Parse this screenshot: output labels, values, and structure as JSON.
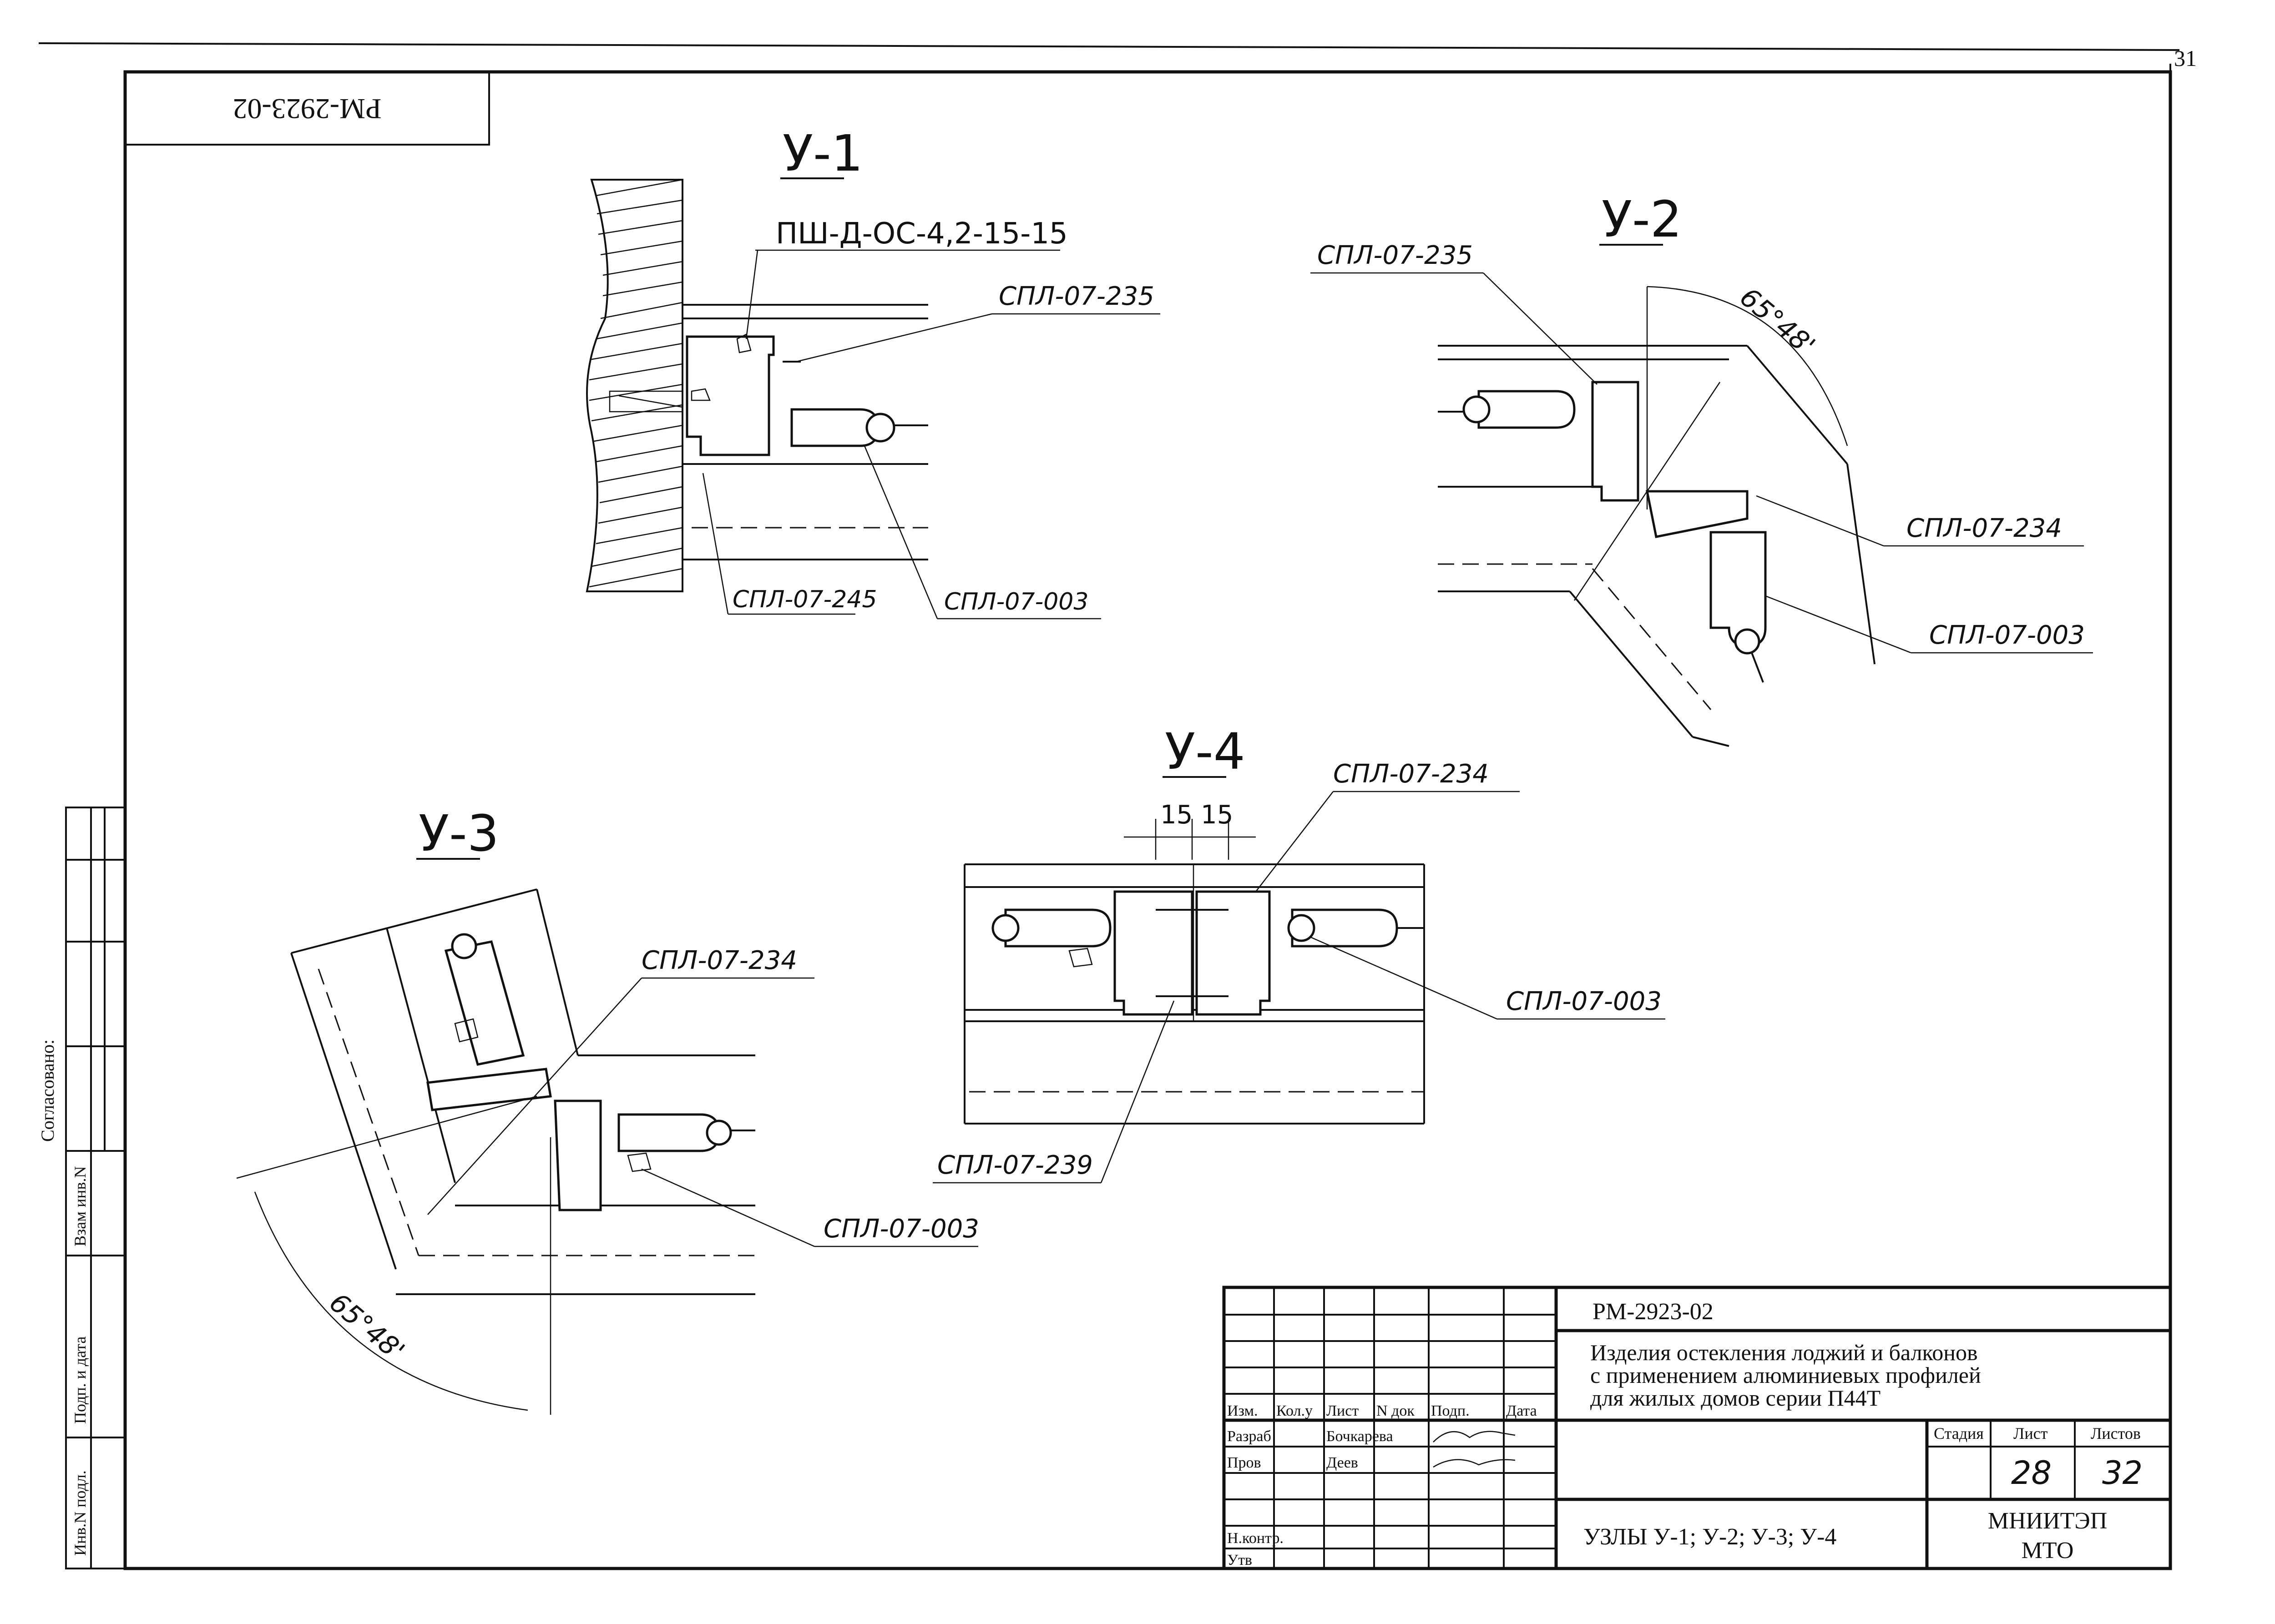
{
  "sheet_corner": "31",
  "stamp_top": "РМ-2923-02",
  "views": {
    "u1": {
      "title": "У-1",
      "labels": [
        "ПШ-Д-ОС-4,2-15-15",
        "СПЛ-07-235",
        "СПЛ-07-245",
        "СПЛ-07-003"
      ]
    },
    "u2": {
      "title": "У-2",
      "angle": "65°48'",
      "labels": [
        "СПЛ-07-235",
        "СПЛ-07-234",
        "СПЛ-07-003"
      ]
    },
    "u3": {
      "title": "У-3",
      "angle": "65°48'",
      "labels": [
        "СПЛ-07-234",
        "СПЛ-07-003"
      ]
    },
    "u4": {
      "title": "У-4",
      "dim": "15 15",
      "labels": [
        "СПЛ-07-234",
        "СПЛ-07-003",
        "СПЛ-07-239"
      ]
    }
  },
  "side_stamp": {
    "agreed": "Согласовано:",
    "cells": [
      "Взам инв.N",
      "Подп. и дата",
      "Инв.N подл."
    ]
  },
  "title_block": {
    "code": "РМ-2923-02",
    "description": [
      "Изделия остекления лоджий и балконов",
      "с применением алюминиевых профилей",
      "для жилых домов серии П44Т"
    ],
    "columns": [
      "Изм.",
      "Кол.у",
      "Лист",
      "N док",
      "Подп.",
      "Дата"
    ],
    "rows": [
      {
        "role": "Разраб",
        "name": "Бочкарева"
      },
      {
        "role": "Пров",
        "name": "Деев"
      }
    ],
    "control": "Н.контр.",
    "approve": "Утв",
    "sheet_title": "УЗЛЫ У-1; У-2; У-3; У-4",
    "stage_label": "Стадия",
    "sheet_label": "Лист",
    "sheets_label": "Листов",
    "sheet": "28",
    "sheets": "32",
    "org": [
      "МНИИТЭП",
      "МТО"
    ]
  }
}
